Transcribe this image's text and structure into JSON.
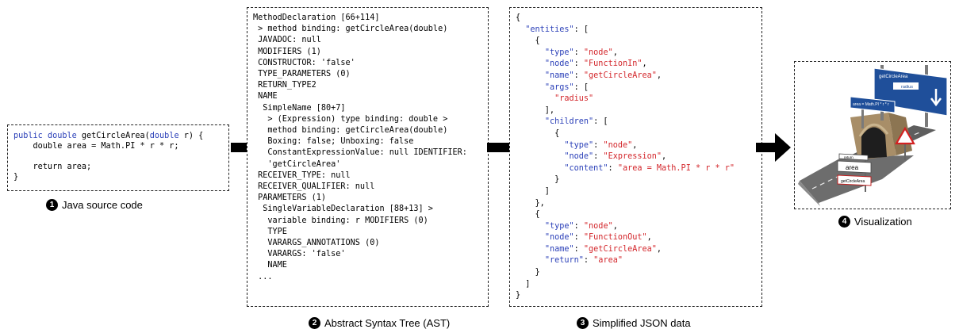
{
  "java": {
    "line1": [
      "public",
      " ",
      "double",
      " getCircleArea(",
      "double",
      " r) {"
    ],
    "line2": "    double area = Math.PI * r * r;",
    "line3": "    return area;",
    "line4": "}"
  },
  "ast": {
    "lines": [
      "MethodDeclaration [66+114]",
      " > method binding: getCircleArea(double)",
      " JAVADOC: null",
      " MODIFIERS (1)",
      " CONSTRUCTOR: 'false'",
      " TYPE_PARAMETERS (0)",
      " RETURN_TYPE2",
      " NAME",
      "  SimpleName [80+7]",
      "   > (Expression) type binding: double >",
      "   method binding: getCircleArea(double)",
      "   Boxing: false; Unboxing: false",
      "   ConstantExpressionValue: null IDENTIFIER:",
      "   'getCircleArea'",
      " RECEIVER_TYPE: null",
      " RECEIVER_QUALIFIER: null",
      " PARAMETERS (1)",
      "  SingleVariableDeclaration [88+13] >",
      "   variable binding: r MODIFIERS (0)",
      "   TYPE",
      "   VARARGS_ANNOTATIONS (0)",
      "   VARARGS: 'false'",
      "   NAME",
      " ..."
    ]
  },
  "json": {
    "k_entities": "\"entities\"",
    "k_type": "\"type\"",
    "k_node": "\"node\"",
    "k_name": "\"name\"",
    "k_args": "\"args\"",
    "k_children": "\"children\"",
    "k_content": "\"content\"",
    "k_return": "\"return\"",
    "v_node": "\"node\"",
    "v_functionin": "\"FunctionIn\"",
    "v_getcirclearea": "\"getCircleArea\"",
    "v_radius": "\"radius\"",
    "v_expression": "\"Expression\"",
    "v_content": "\"area = Math.PI * r * r\"",
    "v_functionout": "\"FunctionOut\"",
    "v_area": "\"area\""
  },
  "viz": {
    "sign_top": "getCircleArea",
    "sign_top_sub": "radius",
    "sign_left": "area = Math.PI * r * r",
    "sign_bottom_1": "return",
    "sign_bottom_2": "area",
    "sign_bottom_3": "getCircleArea"
  },
  "captions": {
    "c1_num": "1",
    "c1": "Java source code",
    "c2_num": "2",
    "c2": "Abstract Syntax Tree (AST)",
    "c3_num": "3",
    "c3": "Simplified JSON data",
    "c4_num": "4",
    "c4": "Visualization"
  }
}
